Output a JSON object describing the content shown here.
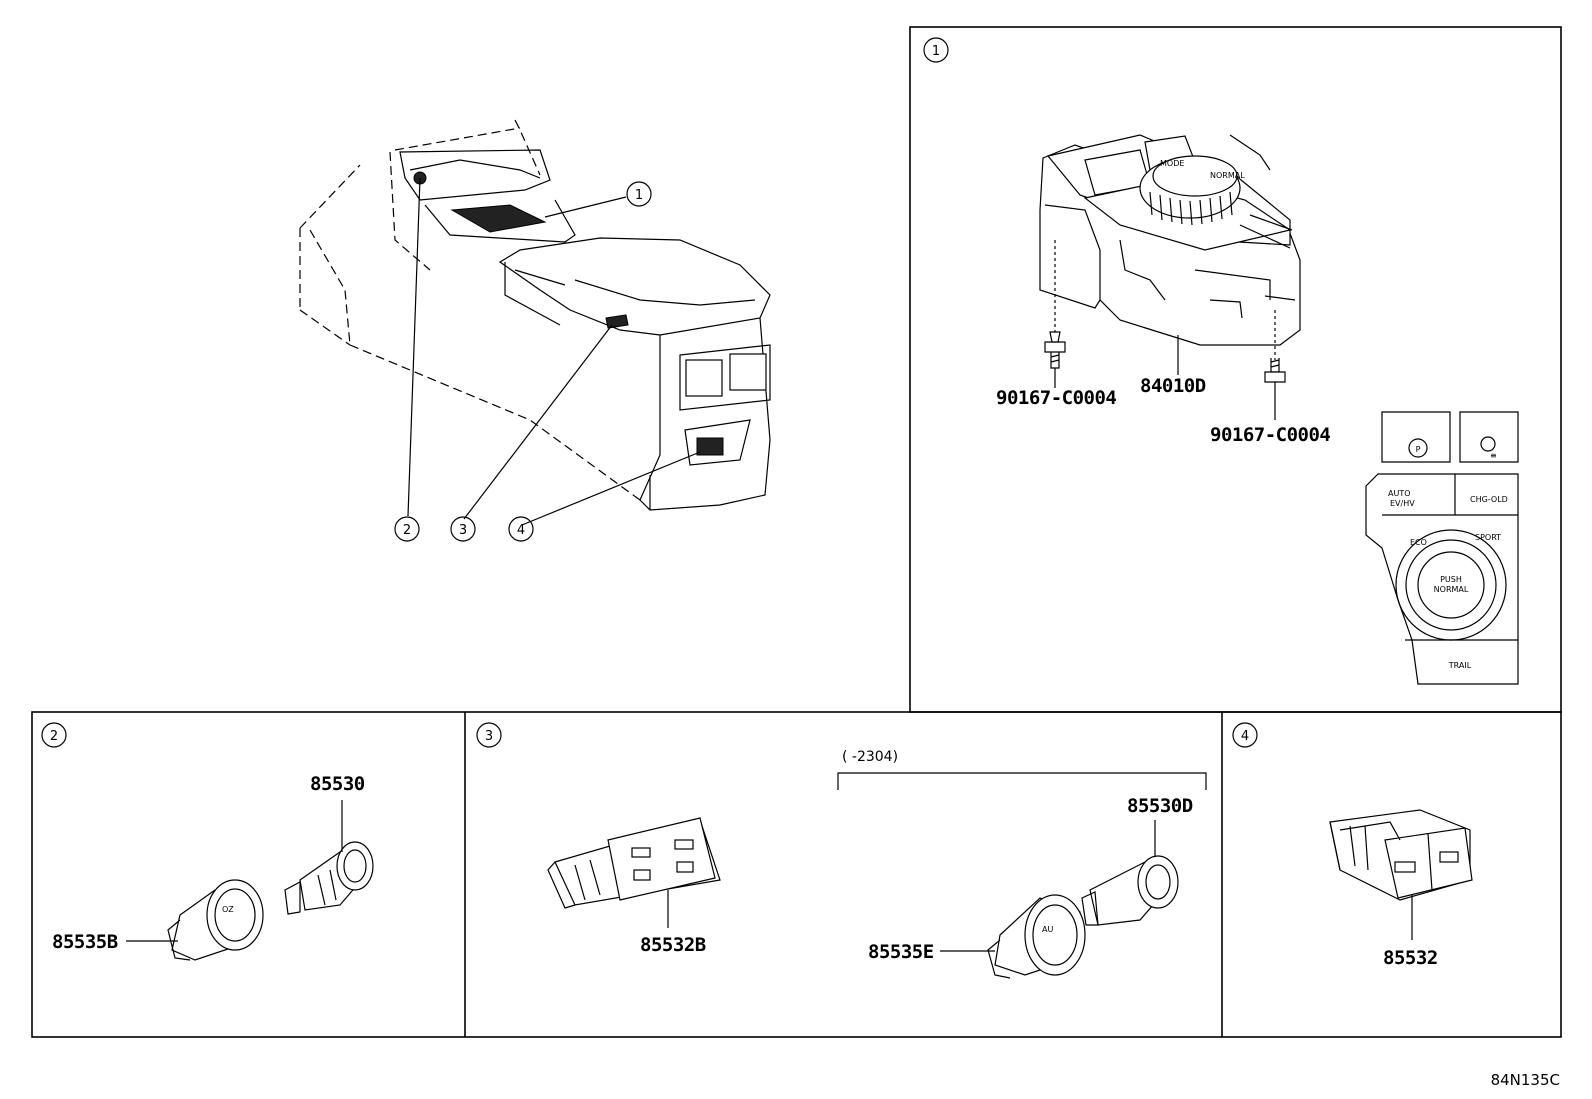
{
  "diagram_ref": "84N135C",
  "callouts": [
    "1",
    "2",
    "3",
    "4"
  ],
  "panels": {
    "p1": {
      "callout": "1",
      "parts": {
        "switch_assy": "84010D",
        "screw_left": "90167-C0004",
        "screw_right": "90167-C0004"
      },
      "switch_face_labels": {
        "p": "P",
        "auto": "AUTO",
        "ev": "EV/HV",
        "chg": "CHG-OLD",
        "eco": "ECO",
        "sport": "SPORT",
        "push": "PUSH",
        "normal": "NORMAL",
        "trail": "TRAIL"
      }
    },
    "p2": {
      "callout": "2",
      "parts": {
        "socket": "85530",
        "holder": "85535B"
      }
    },
    "p3": {
      "callout": "3",
      "range_note": "(      -2304)",
      "parts": {
        "usb": "85532B",
        "socket": "85530D",
        "holder": "85535E"
      }
    },
    "p4": {
      "callout": "4",
      "parts": {
        "usb": "85532"
      }
    }
  }
}
